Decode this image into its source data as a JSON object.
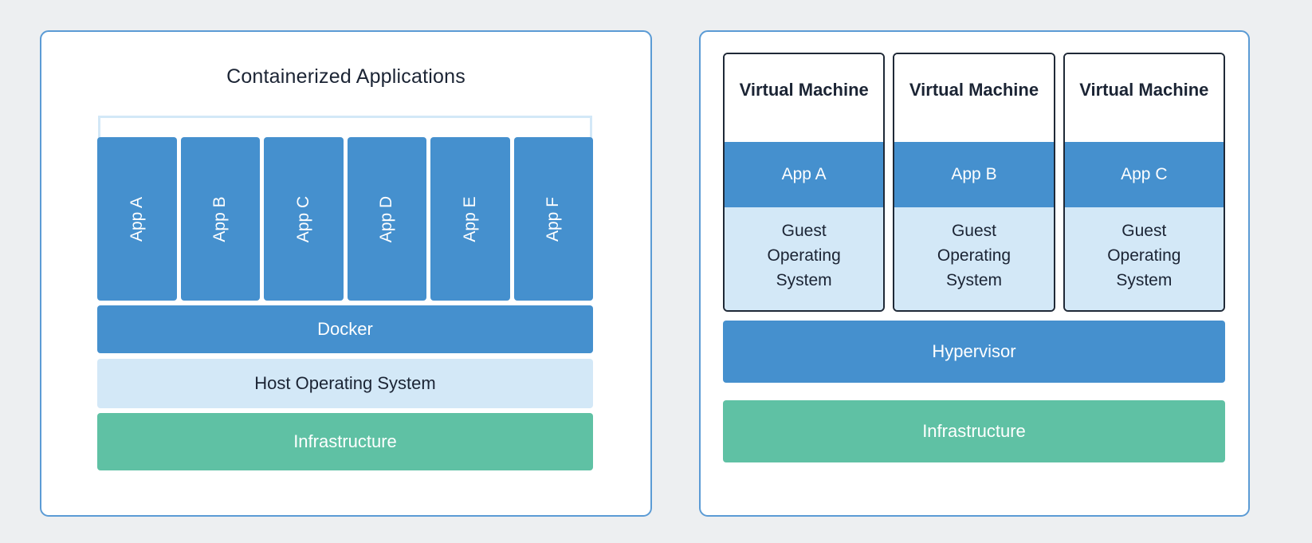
{
  "page": {
    "background_color": "#edeff1",
    "palette": {
      "accent_blue": "#4590ce",
      "panel_border_blue": "#5b9bd5",
      "light_blue": "#d3e8f7",
      "green": "#5fc1a4",
      "text_dark": "#1b2434",
      "vm_border": "#1f2937"
    }
  },
  "containers_panel": {
    "title": "Containerized Applications",
    "apps": [
      {
        "label": "App A"
      },
      {
        "label": "App B"
      },
      {
        "label": "App C"
      },
      {
        "label": "App D"
      },
      {
        "label": "App E"
      },
      {
        "label": "App F"
      }
    ],
    "layers": [
      {
        "label": "Docker",
        "style": "blue"
      },
      {
        "label": "Host Operating System",
        "style": "light"
      },
      {
        "label": "Infrastructure",
        "style": "green"
      }
    ],
    "docker_label": "Docker",
    "host_os_label": "Host Operating System",
    "infrastructure_label": "Infrastructure"
  },
  "vms_panel": {
    "machines": [
      {
        "title": "Virtual Machine",
        "app": "App A",
        "guest_os_line1": "Guest",
        "guest_os_line2": "Operating",
        "guest_os_line3": "System"
      },
      {
        "title": "Virtual Machine",
        "app": "App B",
        "guest_os_line1": "Guest",
        "guest_os_line2": "Operating",
        "guest_os_line3": "System"
      },
      {
        "title": "Virtual Machine",
        "app": "App C",
        "guest_os_line1": "Guest",
        "guest_os_line2": "Operating",
        "guest_os_line3": "System"
      }
    ],
    "hypervisor_label": "Hypervisor",
    "infrastructure_label": "Infrastructure"
  }
}
